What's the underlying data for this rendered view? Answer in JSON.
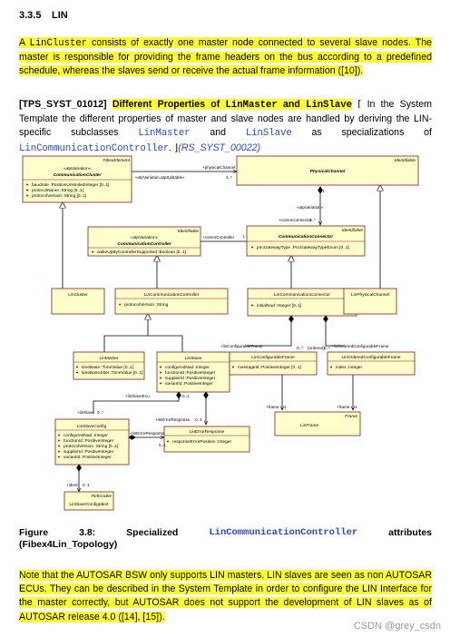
{
  "heading": {
    "number": "3.3.5",
    "title": "LIN"
  },
  "para1": {
    "pre": "A ",
    "code1": "LinCluster",
    "post": " consists of exactly one master node connected to several slave nodes. The master is responsible for providing the frame headers on the bus according to a predefined schedule, whereas the slaves send or receive the actual frame information ([10])."
  },
  "para2": {
    "id": "[TPS_SYST_01012]",
    "title_a": "Different Properties of ",
    "code_master": "LinMaster",
    "title_and": " and ",
    "code_slave": "LinSlave",
    "bracket_open": " ⌈",
    "text1": " In the System Template the different properties of master and slave nodes are handled by deriving the LIN-specific subclasses ",
    "c1": "LinMaster",
    "and": " and ",
    "c2": "LinSlave",
    "text2": " as specializations of ",
    "c3": "LinCommunicationController",
    "text3": ". ⌋",
    "ref": "(RS_SYST_00022)"
  },
  "diagram": {
    "boxes": {
      "comm_cluster": {
        "stereo": "«atpVariation»",
        "name": "CommunicationCluster",
        "tag": "FibexElement",
        "attrs": [
          "baudrate :PositiveUnlimitedInteger [0..1]",
          "protocolName :String [0..1]",
          "protocolVersion :String [0..1]"
        ]
      },
      "physical_channel": {
        "name": "PhysicalChannel",
        "tag": "Identifiable"
      },
      "comm_controller": {
        "stereo": "«atpVariation»",
        "name": "CommunicationController",
        "tag": "Identifiable",
        "attrs": [
          "wakeUpByControllerSupported :Boolean [0..1]"
        ]
      },
      "comm_connector": {
        "name": "CommunicationConnector",
        "tag": "Identifiable",
        "attrs": [
          "pncGatewayType :PncGatewayTypeEnum [0..1]"
        ]
      },
      "lin_cluster": {
        "name": "LinCluster"
      },
      "lin_comm_controller": {
        "name": "LinCommunicationController",
        "attrs": [
          "protocolVersion :String"
        ]
      },
      "lin_comm_connector": {
        "name": "LinCommunicationConnector",
        "attrs": [
          "initialNad :Integer [0..1]"
        ]
      },
      "lin_physical_channel": {
        "name": "LinPhysicalChannel"
      },
      "lin_master": {
        "name": "LinMaster",
        "attrs": [
          "timeBase :TimeValue [0..1]",
          "timeBaseJitter :TimeValue [0..1]"
        ]
      },
      "lin_slave": {
        "name": "LinSlave",
        "attrs": [
          "configuredNad :Integer",
          "functionId :PositiveInteger",
          "supplierId :PositiveInteger",
          "variantId :PositiveInteger"
        ]
      },
      "lin_configurable_frame": {
        "name": "LinConfigurableFrame",
        "attrs": [
          "messageId :PositiveInteger [0..1]"
        ]
      },
      "lin_ordered_configurable_frame": {
        "name": "LinOrderedConfigurableFrame",
        "attrs": [
          "index :Integer"
        ]
      },
      "lin_slave_config": {
        "name": "LinSlaveConfig",
        "attrs": [
          "configuredNad :Integer",
          "functionId :PositiveInteger",
          "protocolVersion :String [0..1]",
          "supplierId :PositiveInteger",
          "variantId :PositiveInteger"
        ]
      },
      "lin_error_response": {
        "name": "LinErrorResponse",
        "attrs": [
          "responseErrorPosition :Integer"
        ]
      },
      "lin_frame": {
        "name": "LinFrame",
        "tag": "Frame"
      },
      "lin_slave_config_ident": {
        "name": "LinSlaveConfigIdent",
        "tag": "Referrable"
      }
    },
    "labels": {
      "physical_channel_role": "+physicalChannel",
      "atp_variation_splittable": "«atpVariation,atpSplitable»",
      "mult_1_star": "1..*",
      "mult_1a": "1",
      "atp_variation_conn": "«atpVariation»",
      "comm_connector_role": "+commConnector",
      "mult_0_star_a": "0..*",
      "mult_1b": "1",
      "comm_controller_role": "+commController",
      "lin_configurable_frame_role": "+linConfigurableFrame",
      "mult_0_star_b": "0..*",
      "ordered": "{ordered}",
      "mult_0_star_c": "0..*",
      "lin_ordered_configurable_frame_role": "+linOrderedConfigurableFrame",
      "lin_slave_ecu_role": "+linSlaveEcu",
      "mult_0_star_d": "0..*",
      "lin_slave_role": "+linSlave",
      "mult_0_1_a": "0..1",
      "lin_error_response_role": "+linErrorResponse",
      "mult_0_1_b": "0..1",
      "lin_error_response_role2": "+linErrorResponse",
      "mult_0_1_c": "0..1",
      "frame_role_a": "+frame",
      "mult_1c": "1",
      "frame_role_b": "+frame",
      "mult_1d": "1",
      "ident_role": "+ident",
      "mult_0_1_d": "0..1"
    }
  },
  "caption": {
    "label": "Figure",
    "number": "3.8:",
    "word": "Specialized",
    "code": "LinCommunicationController",
    "tail": "attributes",
    "line2": "(Fibex4Lin_Topology)"
  },
  "para3": "Note that the AUTOSAR BSW only supports LIN masters. LIN slaves are seen as non AUTOSAR ECUs. They can be described in the System Template in order to configure the LIN Interface for the master correctly, but AUTOSAR does not support the development of LIN slaves as of AUTOSAR release 4.0 ([14], [15]).",
  "watermark": "CSDN @grey_csdn",
  "colors": {
    "highlight": "#ffff33",
    "link": "#2b49c8",
    "box_fill": "#ffffcc",
    "box_stroke": "#7a1f1f",
    "box_attr_icon": "#cc0000"
  }
}
